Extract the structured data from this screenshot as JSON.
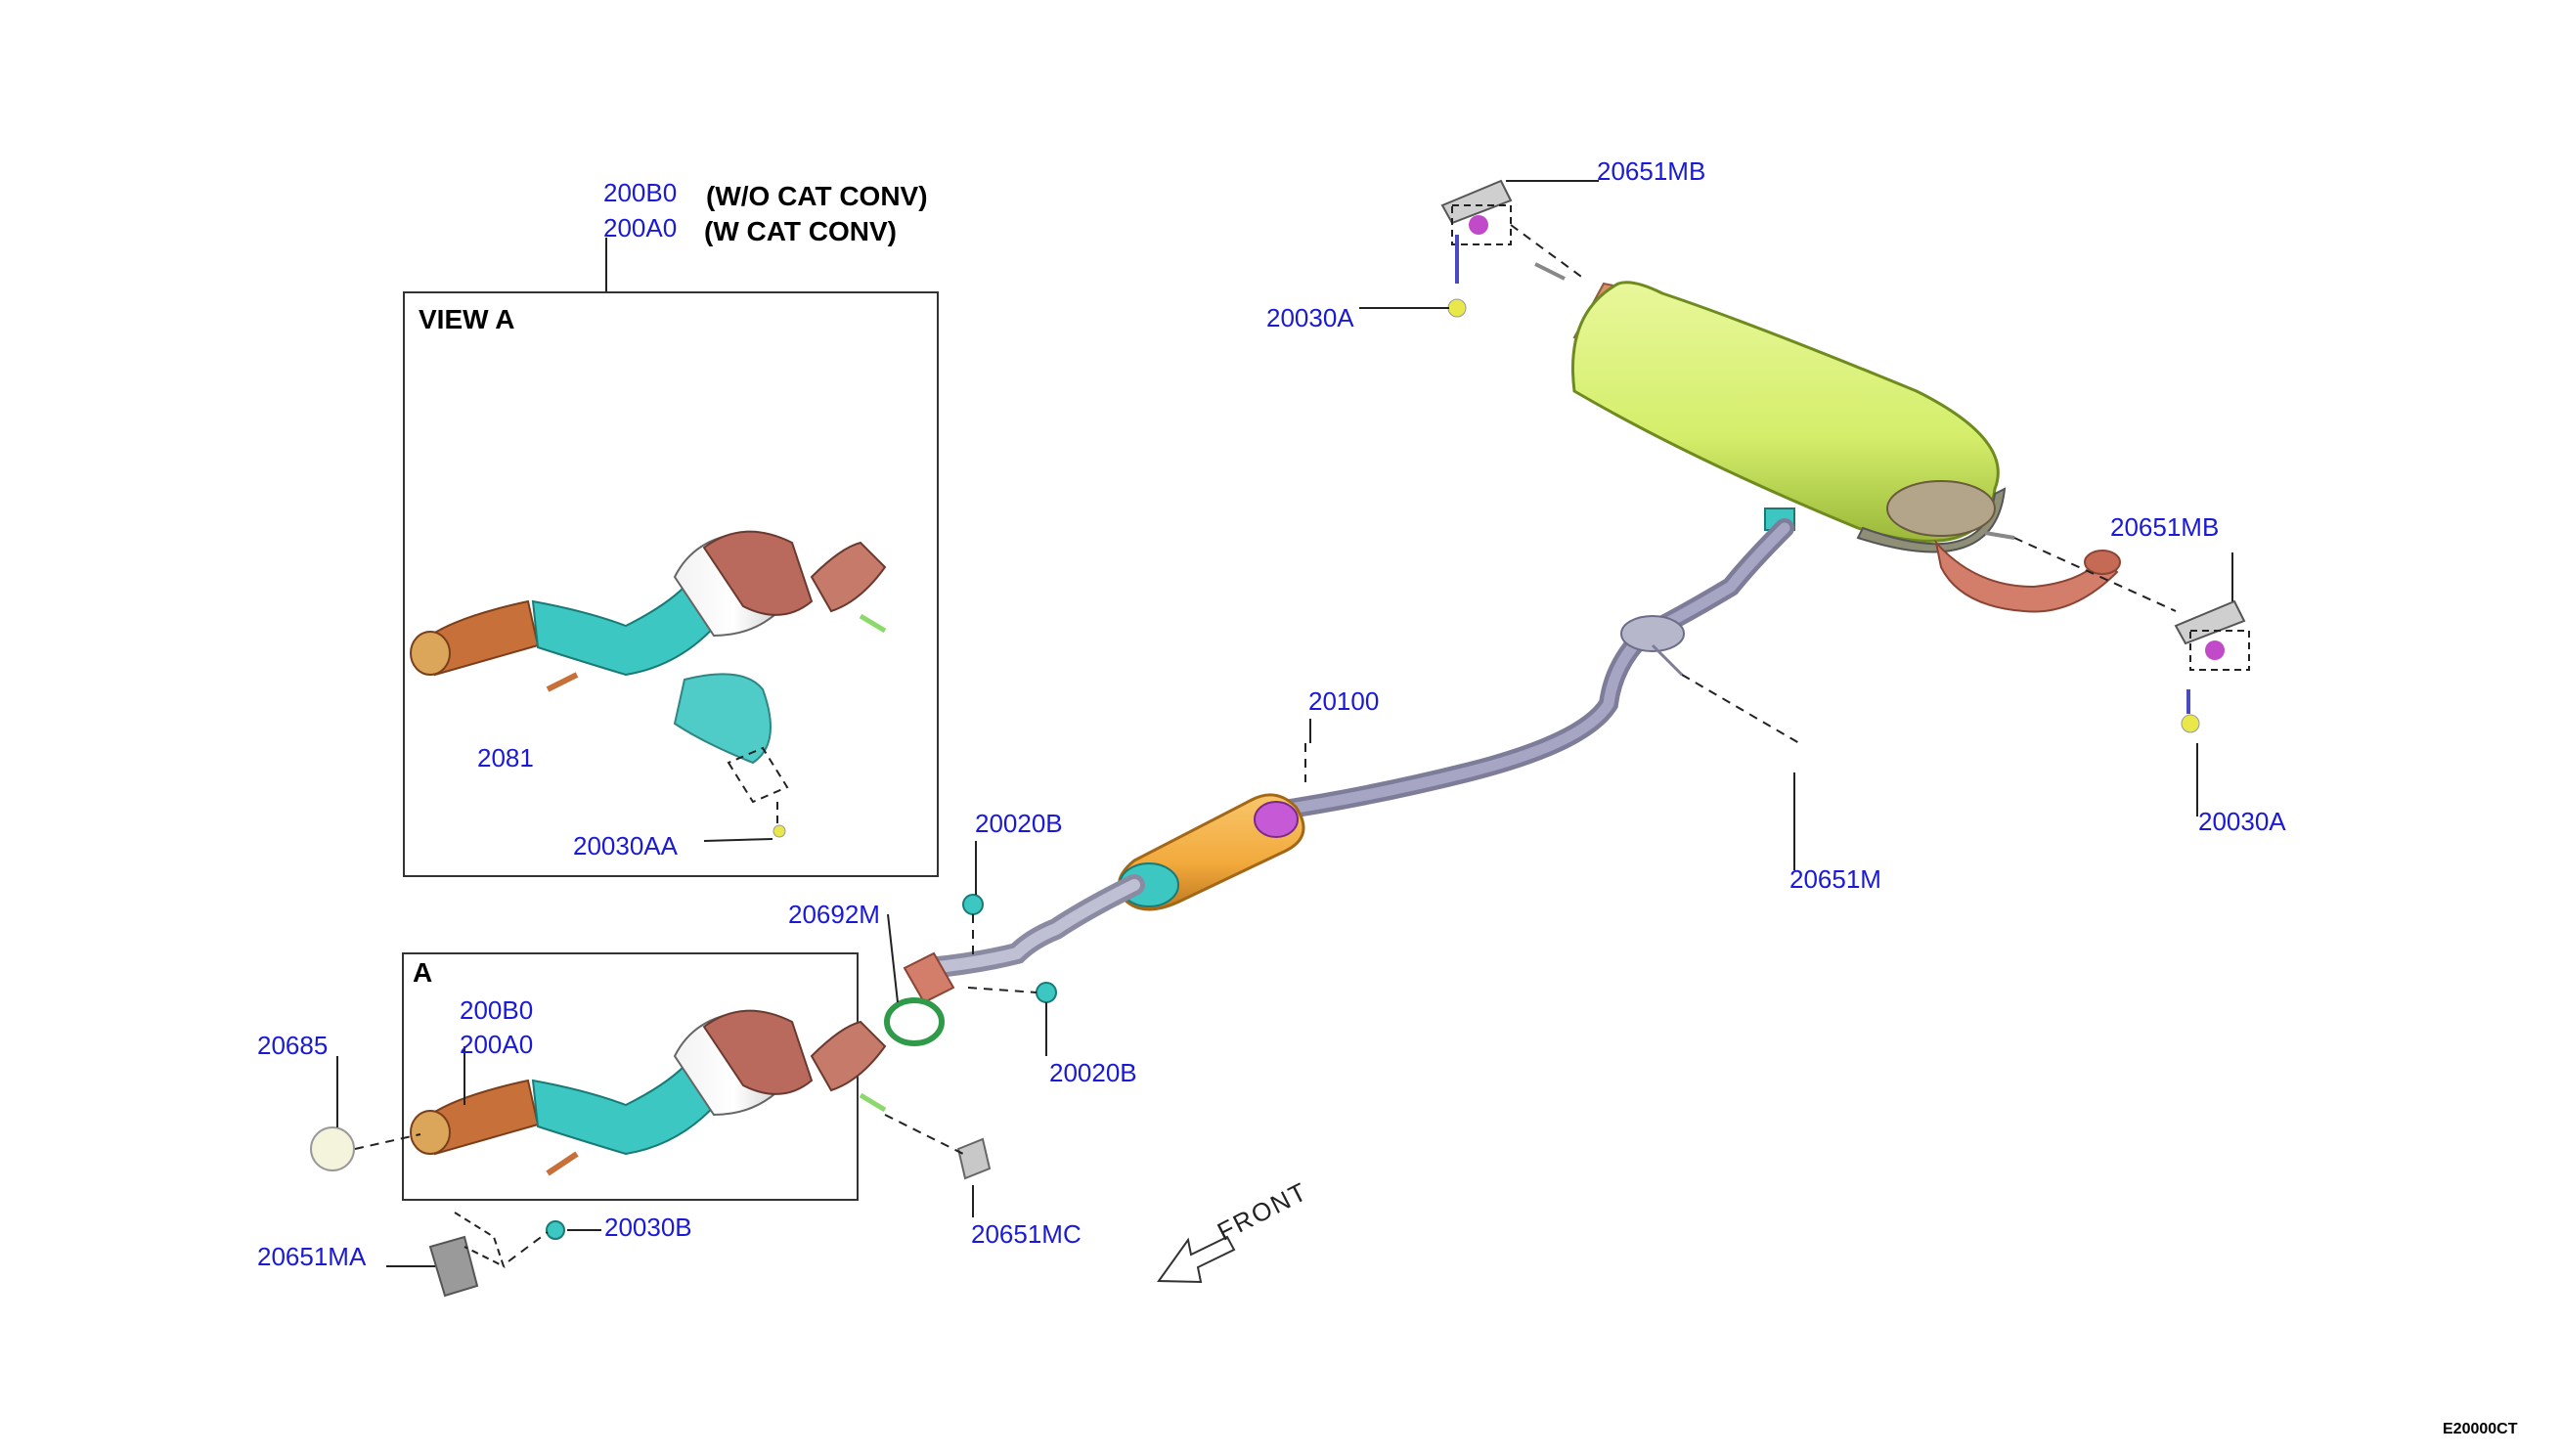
{
  "diagram": {
    "variant_labels": {
      "part_a": "200B0",
      "part_b": "200A0",
      "note_a": "(W/O CAT CONV)",
      "note_b": "(W CAT CONV)"
    },
    "view_a_title": "VIEW A",
    "box_a_title": "A",
    "front_label": "FRONT",
    "diagram_code": "E20000CT",
    "part_labels": {
      "mb_top": "20651MB",
      "a_top": "20030A",
      "mb_right": "20651MB",
      "a_right": "20030A",
      "m": "20651M",
      "pipe": "20100",
      "b_top": "20020B",
      "b_bottom": "20020B",
      "gasket": "20692M",
      "mc": "20651MC",
      "aa": "20030AA",
      "view_partial": "2081",
      "box_a_part1": "200B0",
      "box_a_part2": "200A0",
      "heatshield": "20685",
      "ma": "20651MA",
      "b30": "20030B"
    },
    "colors": {
      "muffler": "#d4ee6a",
      "resonator": "#f2a93c",
      "pipe": "#9a9ab8",
      "catalyst": "#b96a5c",
      "front_pipe": "#3cc7c2",
      "tail_pipe": "#d27e6b",
      "label_blue": "#1a1ad6"
    }
  }
}
